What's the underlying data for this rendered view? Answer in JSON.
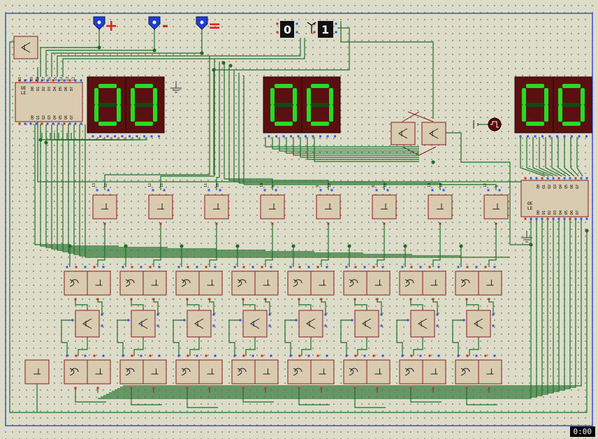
{
  "timer": "0:00",
  "terminals": {
    "plus_glyph": "+",
    "minus_glyph": "-",
    "equals_glyph": "="
  },
  "logic_states": {
    "state_low": "0",
    "state_high": "1"
  },
  "displays": [
    {
      "digits": [
        "0",
        "0"
      ]
    },
    {
      "digits": [
        "0",
        "0"
      ]
    },
    {
      "digits": [
        "0",
        "0"
      ]
    }
  ],
  "latch_left": {
    "oe": "OE",
    "le": "LE",
    "top_pins": [
      "11",
      "1",
      "19",
      "18",
      "17",
      "16",
      "15",
      "14",
      "13",
      "12"
    ],
    "inputs_row": [
      "D7",
      "D6",
      "D5",
      "D4",
      "D3",
      "D2",
      "D1",
      "D0"
    ],
    "outputs_row": [
      "Q7",
      "Q6",
      "Q5",
      "Q4",
      "Q3",
      "Q2",
      "Q1",
      "Q0"
    ]
  },
  "latch_right": {
    "oe": "OE",
    "le": "LE",
    "outputs_row": [
      "Q7",
      "Q6",
      "Q5",
      "Q4",
      "Q3",
      "Q2",
      "Q1",
      "Q0"
    ],
    "inputs_row": [
      "D7",
      "D6",
      "D5",
      "D4",
      "D3",
      "D2",
      "D1",
      "D0"
    ]
  },
  "colors": {
    "background": "#dcdcc8",
    "wire": "#1e6e2a",
    "component_fill": "#d8cbb0",
    "component_border": "#8b1a1a",
    "pin_blue": "#3355ee",
    "pin_red": "#dd2222",
    "segment_on": "#22dd22",
    "segment_off": "#104a10",
    "display_body": "#5a1010",
    "frame": "#3b4fcf"
  }
}
